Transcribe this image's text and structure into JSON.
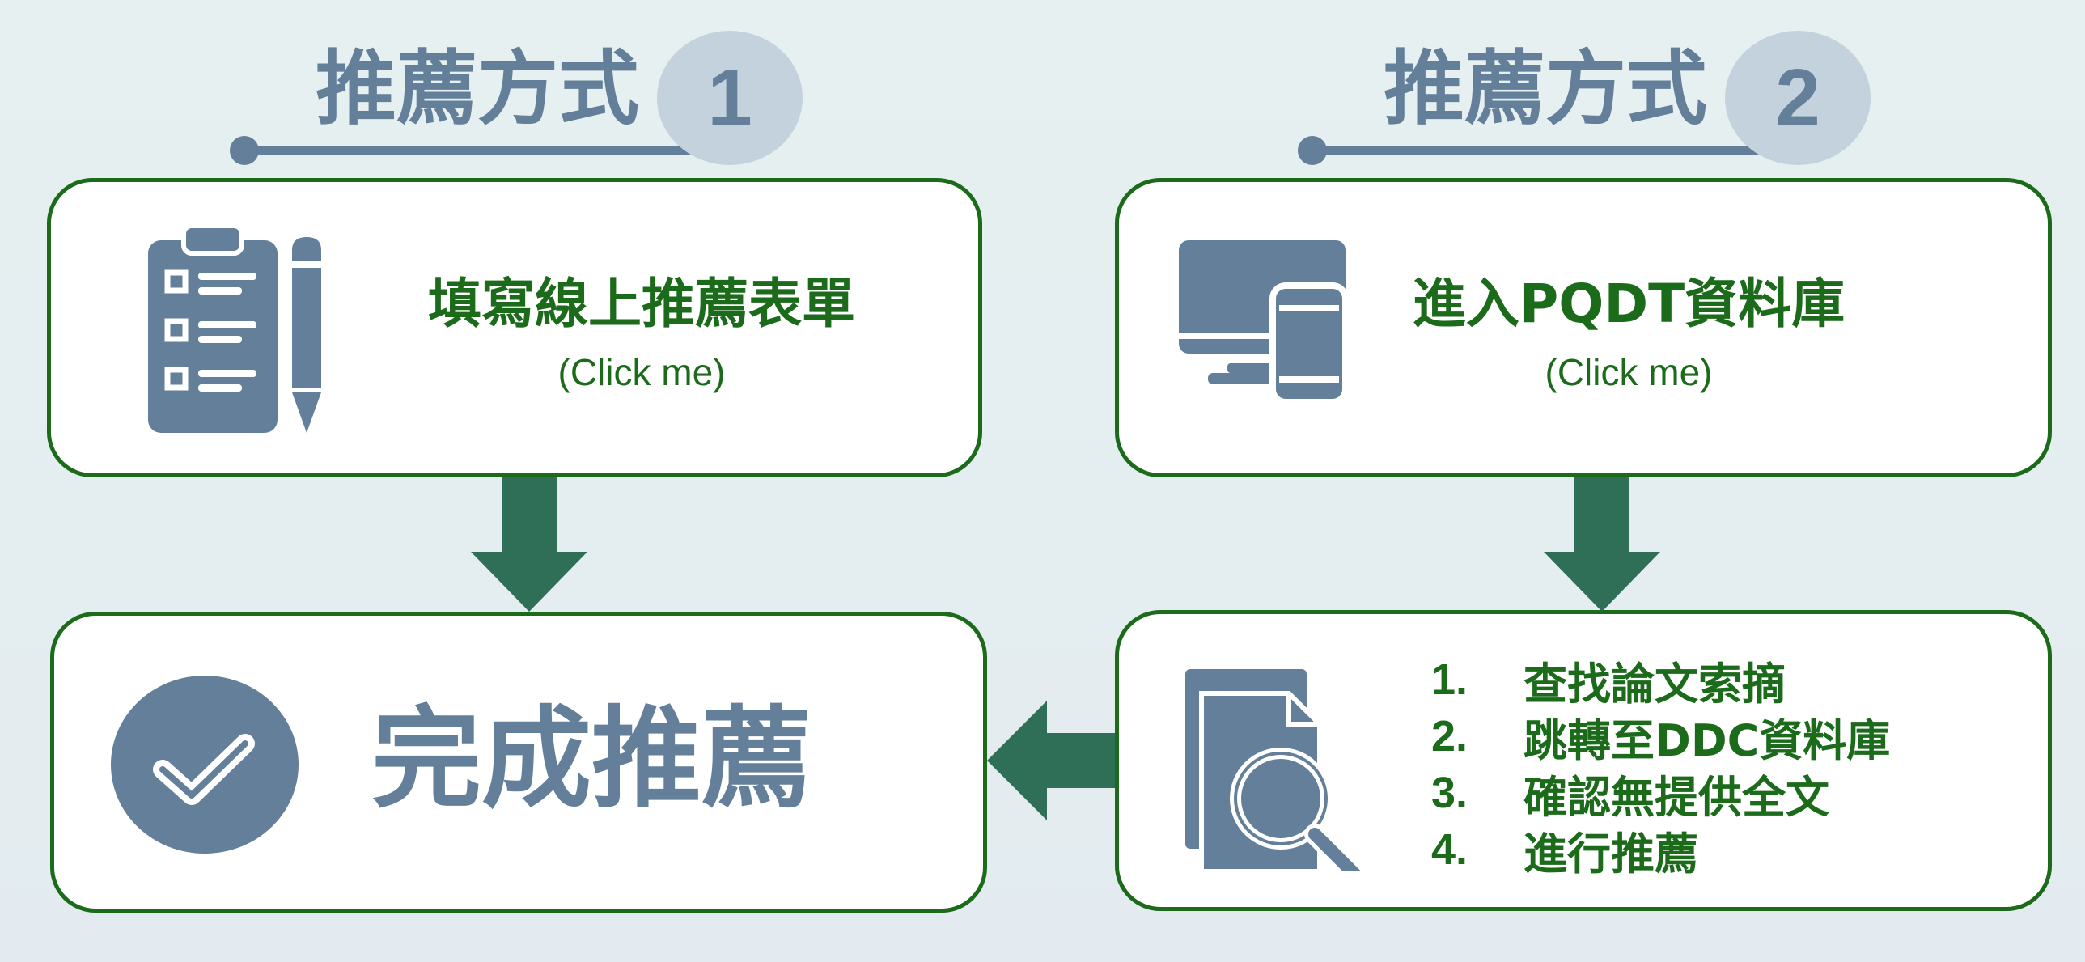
{
  "colors": {
    "accent_green": "#1b6b1b",
    "arrow_green": "#2f6f58",
    "slate": "#637f99",
    "badge": "#c4d2de"
  },
  "method_1": {
    "heading": "推薦方式",
    "number": "1",
    "box_title": "填寫線上推薦表單",
    "box_subtitle": "(Click me)",
    "icon": "clipboard-checklist-icon"
  },
  "method_2": {
    "heading": "推薦方式",
    "number": "2",
    "box_title": "進入PQDT資料庫",
    "box_subtitle": "(Click me)",
    "icon": "desktop-mobile-devices-icon"
  },
  "completion": {
    "label": "完成推薦",
    "icon": "checkmark-circle-icon"
  },
  "steps": {
    "icon": "document-search-icon",
    "items": [
      {
        "num": "1.",
        "text": "查找論文索摘"
      },
      {
        "num": "2.",
        "text": "跳轉至DDC資料庫"
      },
      {
        "num": "3.",
        "text": "確認無提供全文"
      },
      {
        "num": "4.",
        "text": "進行推薦"
      }
    ]
  }
}
